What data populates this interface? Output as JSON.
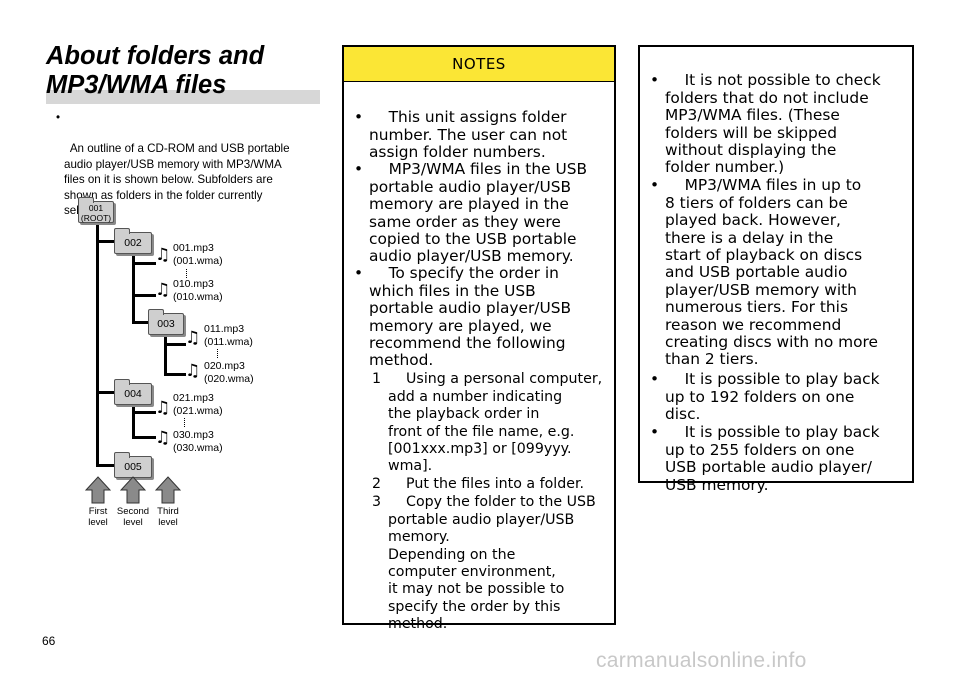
{
  "title": {
    "line1": "About folders and",
    "line2": "MP3/WMA files"
  },
  "intro": {
    "bullet": "•",
    "text": "An outline of a CD-ROM and USB portable\naudio player/USB memory with MP3/WMA\nfiles on it is shown below. Subfolders are\nshown as folders in the folder currently\nselected."
  },
  "diagram": {
    "folders": {
      "root": "001\n(ROOT)",
      "f002": "002",
      "f003": "003",
      "f004": "004",
      "f005": "005"
    },
    "files": {
      "a": "001.mp3\n(001.wma)",
      "b": "010.mp3\n(010.wma)",
      "c": "011.mp3\n(011.wma)",
      "d": "020.mp3\n(020.wma)",
      "e": "021.mp3\n(021.wma)",
      "f": "030.mp3\n(030.wma)"
    },
    "note_glyph": "♫",
    "levels": {
      "first": "First\nlevel",
      "second": "Second\nlevel",
      "third": "Third\nlevel"
    },
    "arrow_color": "#8a8a8a"
  },
  "notes_box": {
    "heading": "NOTES",
    "heading_color": "#fbe635",
    "bullet": "•",
    "bullets": [
      "This unit assigns folder\nnumber. The user can not\nassign folder numbers.",
      "MP3/WMA files in the USB\nportable audio player/USB\nmemory are played in the\nsame order as they were\ncopied to the USB portable\naudio player/USB memory.",
      "To specify the order in\nwhich files in the USB\nportable audio player/USB\nmemory are played, we\nrecommend the following\nmethod."
    ],
    "steps": [
      {
        "n": "1",
        "text": "Using a personal computer,\nadd a number indicating\nthe playback order in\nfront of the file name, e.g.\n[001xxx.mp3] or [099yyy.\nwma]."
      },
      {
        "n": "2",
        "text": "Put the files into a folder."
      },
      {
        "n": "3",
        "text": "Copy the folder to the USB\nportable audio player/USB\nmemory.\nDepending on the\ncomputer environment,\nit may not be possible to\nspecify the order by this\nmethod."
      }
    ]
  },
  "right_box": {
    "bullet": "•",
    "bullets": [
      "It is not possible to check\nfolders that do not include\nMP3/WMA files. (These\nfolders will be skipped\nwithout displaying the\nfolder number.)",
      "MP3/WMA files in up to\n8 tiers of folders can be\nplayed back. However,\nthere is a delay in the\nstart of playback on discs\nand USB portable audio\nplayer/USB memory with\nnumerous tiers. For this\nreason we recommend\ncreating discs with no more\nthan 2 tiers.",
      "It is possible to play back\nup to 192 folders on one\ndisc.",
      "It is possible to play back\nup to 255 folders on one\nUSB portable audio player/\nUSB memory."
    ]
  },
  "page_number": "66",
  "watermark": "carmanualsonline.info"
}
